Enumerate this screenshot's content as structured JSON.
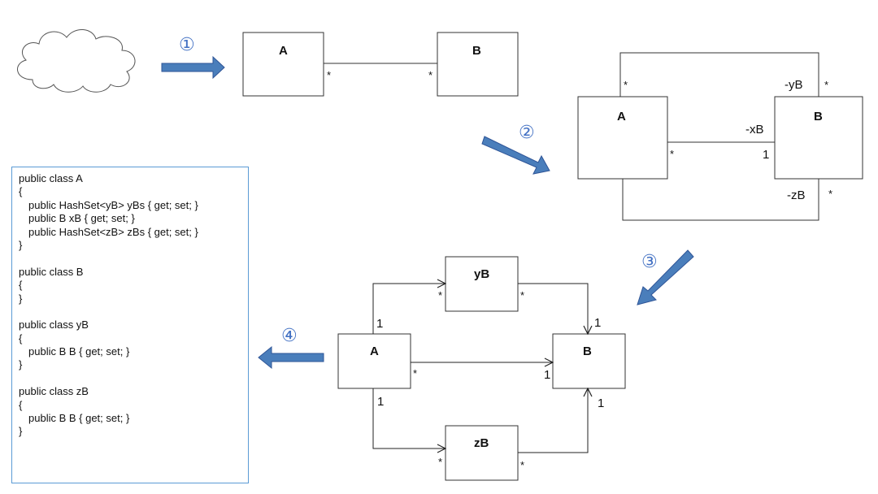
{
  "steps": {
    "s1": "①",
    "s2": "②",
    "s3": "③",
    "s4": "④"
  },
  "diagram1": {
    "class_a": "A",
    "class_b": "B",
    "mult_a": "*",
    "mult_b": "*"
  },
  "diagram2": {
    "class_a": "A",
    "class_b": "B",
    "top_mult_a": "*",
    "top_role": "-yB",
    "top_mult_b": "*",
    "mid_mult_a": "*",
    "mid_role": "-xB",
    "mid_mult_b": "1",
    "bottom_role": "-zB",
    "bottom_mult_b": "*"
  },
  "diagram3": {
    "class_a": "A",
    "class_b": "B",
    "class_yb": "yB",
    "class_zb": "zB",
    "a_yb_mult_a": "1",
    "a_yb_mult_yb": "*",
    "yb_b_mult_yb": "*",
    "yb_b_mult_b": "1",
    "a_b_mult_a": "*",
    "a_b_mult_b": "1",
    "a_zb_mult_a": "1",
    "a_zb_mult_zb": "*",
    "zb_b_mult_zb": "*",
    "zb_b_mult_b": "1"
  },
  "code": {
    "lines": [
      "public class A",
      "{",
      "public HashSet<yB> yBs { get; set; }",
      "public B xB { get; set; }",
      "public HashSet<zB> zBs { get; set; }",
      "}",
      "public class B",
      "{",
      "}",
      "public class yB",
      "{",
      "public B B { get; set; }",
      "}",
      "public class zB",
      "{",
      "public B B { get; set; }",
      "}"
    ]
  },
  "colors": {
    "arrow_fill": "#4a7ebb",
    "arrow_stroke": "#2f5597",
    "step_number": "#4472c4",
    "code_border": "#5b9bd5"
  }
}
